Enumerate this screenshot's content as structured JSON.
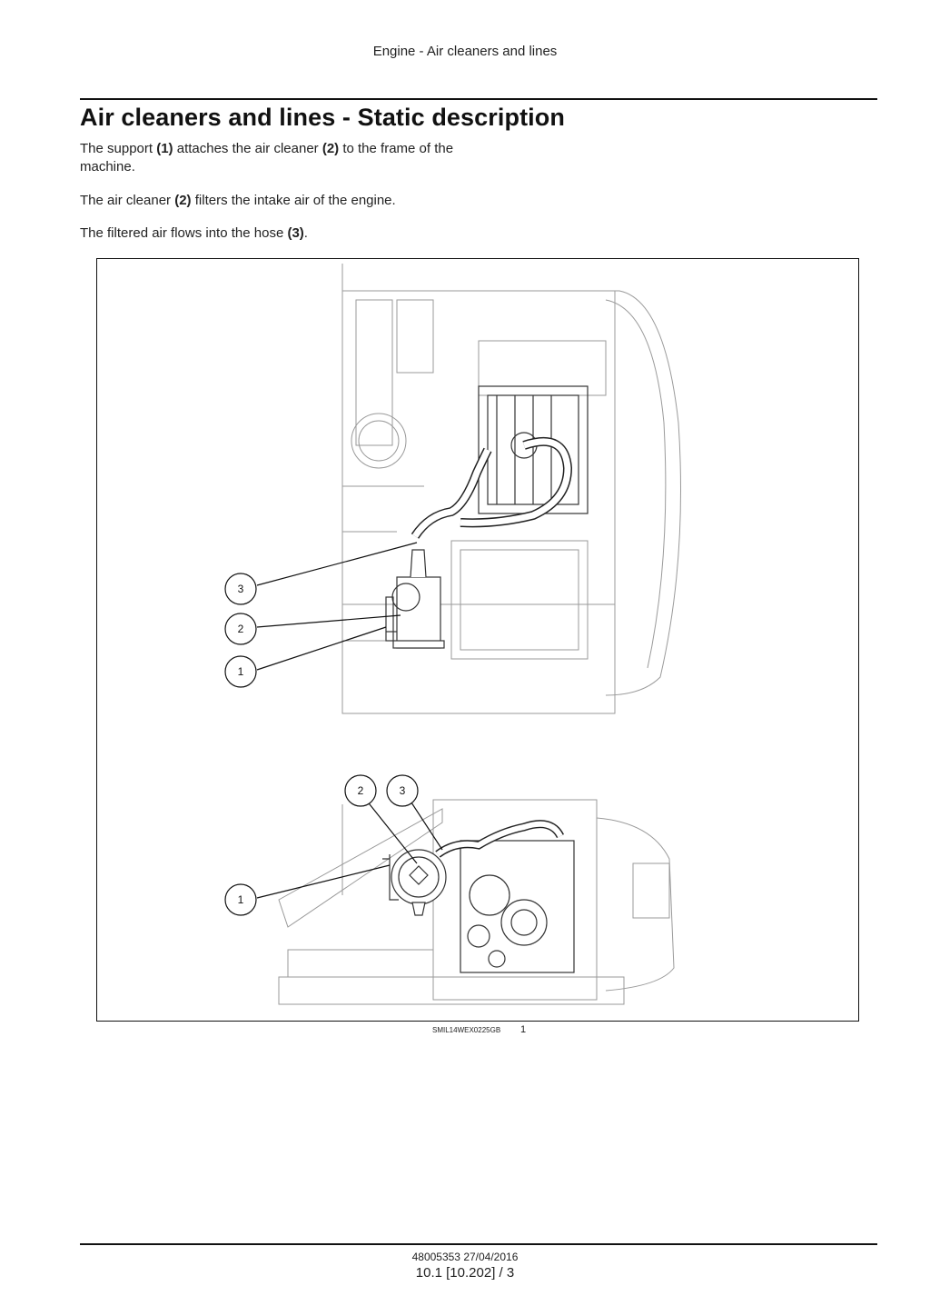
{
  "header": {
    "running_title": "Engine - Air cleaners and lines"
  },
  "section": {
    "title": "Air cleaners and lines - Static description",
    "paragraphs": [
      {
        "t1": "The support ",
        "b1": "(1)",
        "t2": " attaches the air cleaner ",
        "b2": "(2)",
        "t3": " to the frame of the machine."
      },
      {
        "t1": "The air cleaner ",
        "b1": "(2)",
        "t2": " filters the intake air of the engine."
      },
      {
        "t1": "The filtered air flows into the hose ",
        "b1": "(3)",
        "t2": "."
      }
    ]
  },
  "figure": {
    "callouts_top": [
      "3",
      "2",
      "1"
    ],
    "callouts_bottom": [
      "2",
      "3",
      "1"
    ],
    "caption_code": "SMIL14WEX0225GB",
    "caption_number": "1"
  },
  "footer": {
    "doc_ref": "48005353 27/04/2016",
    "page_ref": "10.1 [10.202] / 3"
  }
}
